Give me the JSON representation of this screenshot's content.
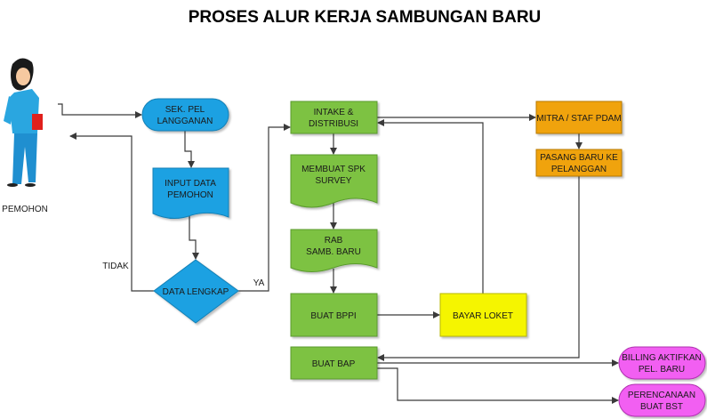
{
  "title": "PROSES ALUR KERJA SAMBUNGAN BARU",
  "actor": {
    "label": "PEMOHON"
  },
  "nodes": {
    "sek_pel": [
      "SEK. PEL",
      "LANGGANAN"
    ],
    "input_data": [
      "INPUT DATA",
      "PEMOHON"
    ],
    "data_lengkap": "DATA LENGKAP",
    "intake": [
      "INTAKE &",
      "DISTRIBUSI"
    ],
    "spk": [
      "MEMBUAT SPK",
      "SURVEY"
    ],
    "rab": [
      "RAB",
      "SAMB. BARU"
    ],
    "bppi": "BUAT BPPI",
    "bap": "BUAT BAP",
    "bayar": "BAYAR LOKET",
    "mitra": "MITRA / STAF PDAM",
    "pasang": [
      "PASANG BARU KE",
      "PELANGGAN"
    ],
    "billing": [
      "BILLING AKTIFKAN",
      "PEL. BARU"
    ],
    "perencanaan": [
      "PERENCANAAN",
      "BUAT BST"
    ]
  },
  "edge_labels": {
    "no": "TIDAK",
    "yes": "YA"
  },
  "colors": {
    "blue": "#1ba1e2",
    "green": "#7dc242",
    "orange": "#f0a30a",
    "yellow": "#f5f500",
    "magenta": "#f25ff2"
  }
}
